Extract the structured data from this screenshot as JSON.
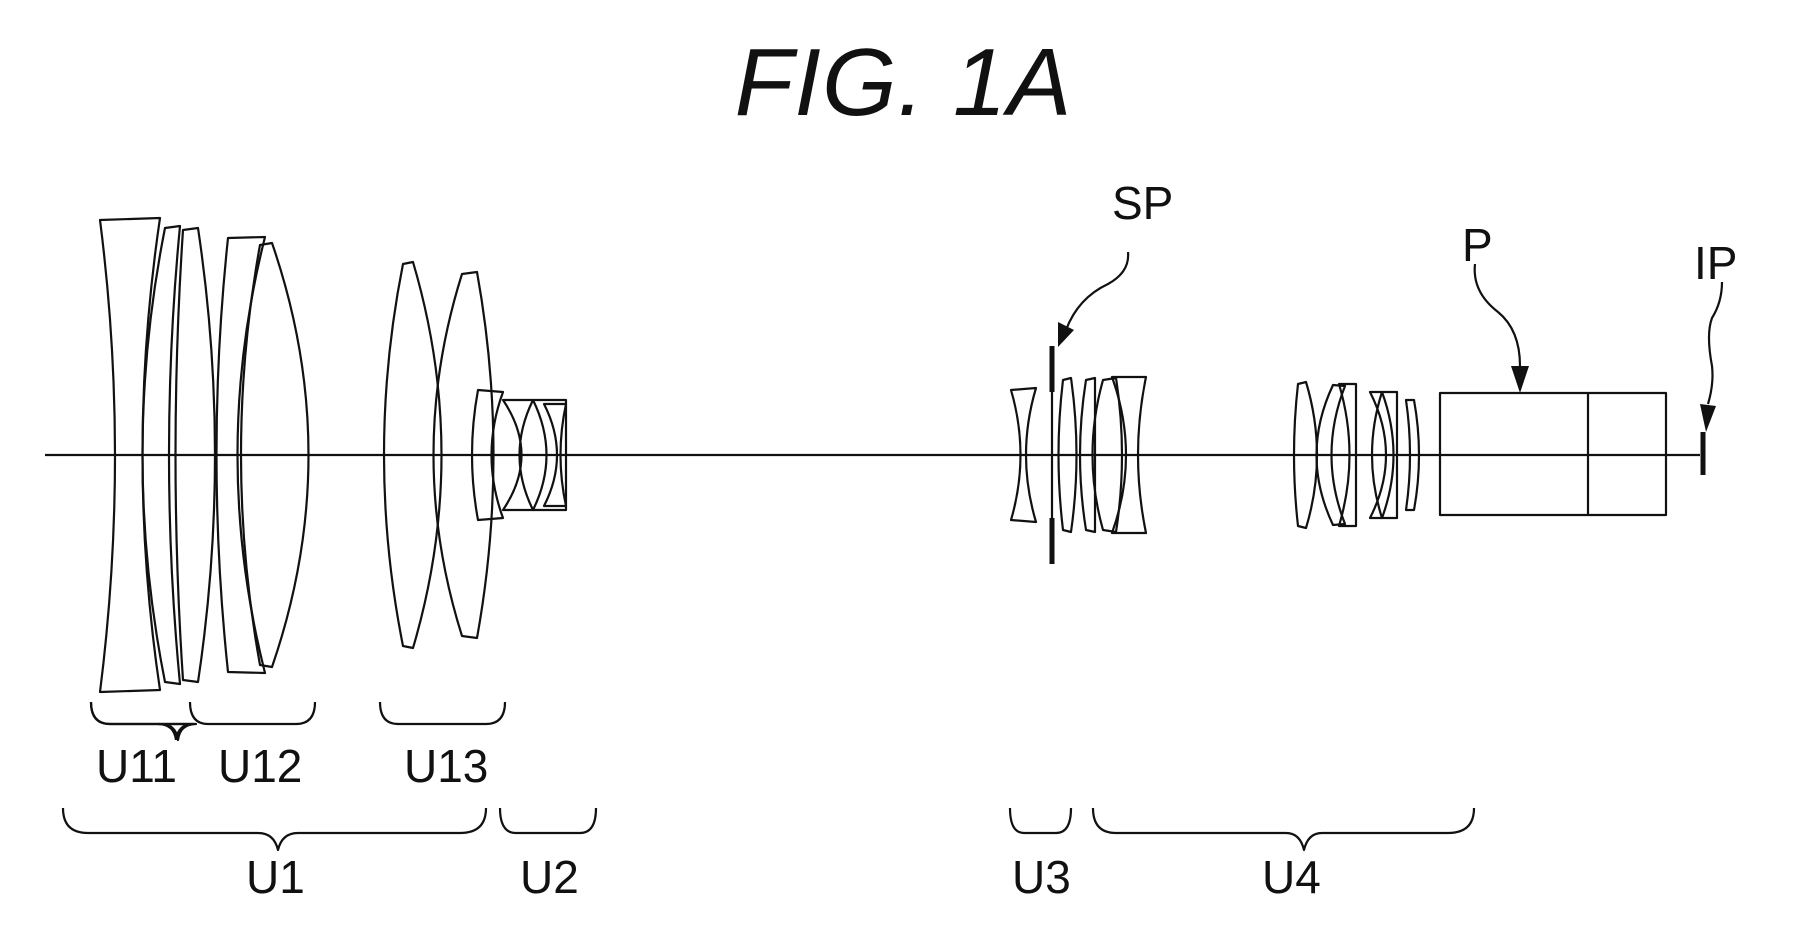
{
  "figure": {
    "title": "FIG.  1A"
  },
  "labels": {
    "sp": "SP",
    "p": "P",
    "ip": "IP",
    "u11": "U11",
    "u12": "U12",
    "u13": "U13",
    "u1": "U1",
    "u2": "U2",
    "u3": "U3",
    "u4": "U4"
  }
}
